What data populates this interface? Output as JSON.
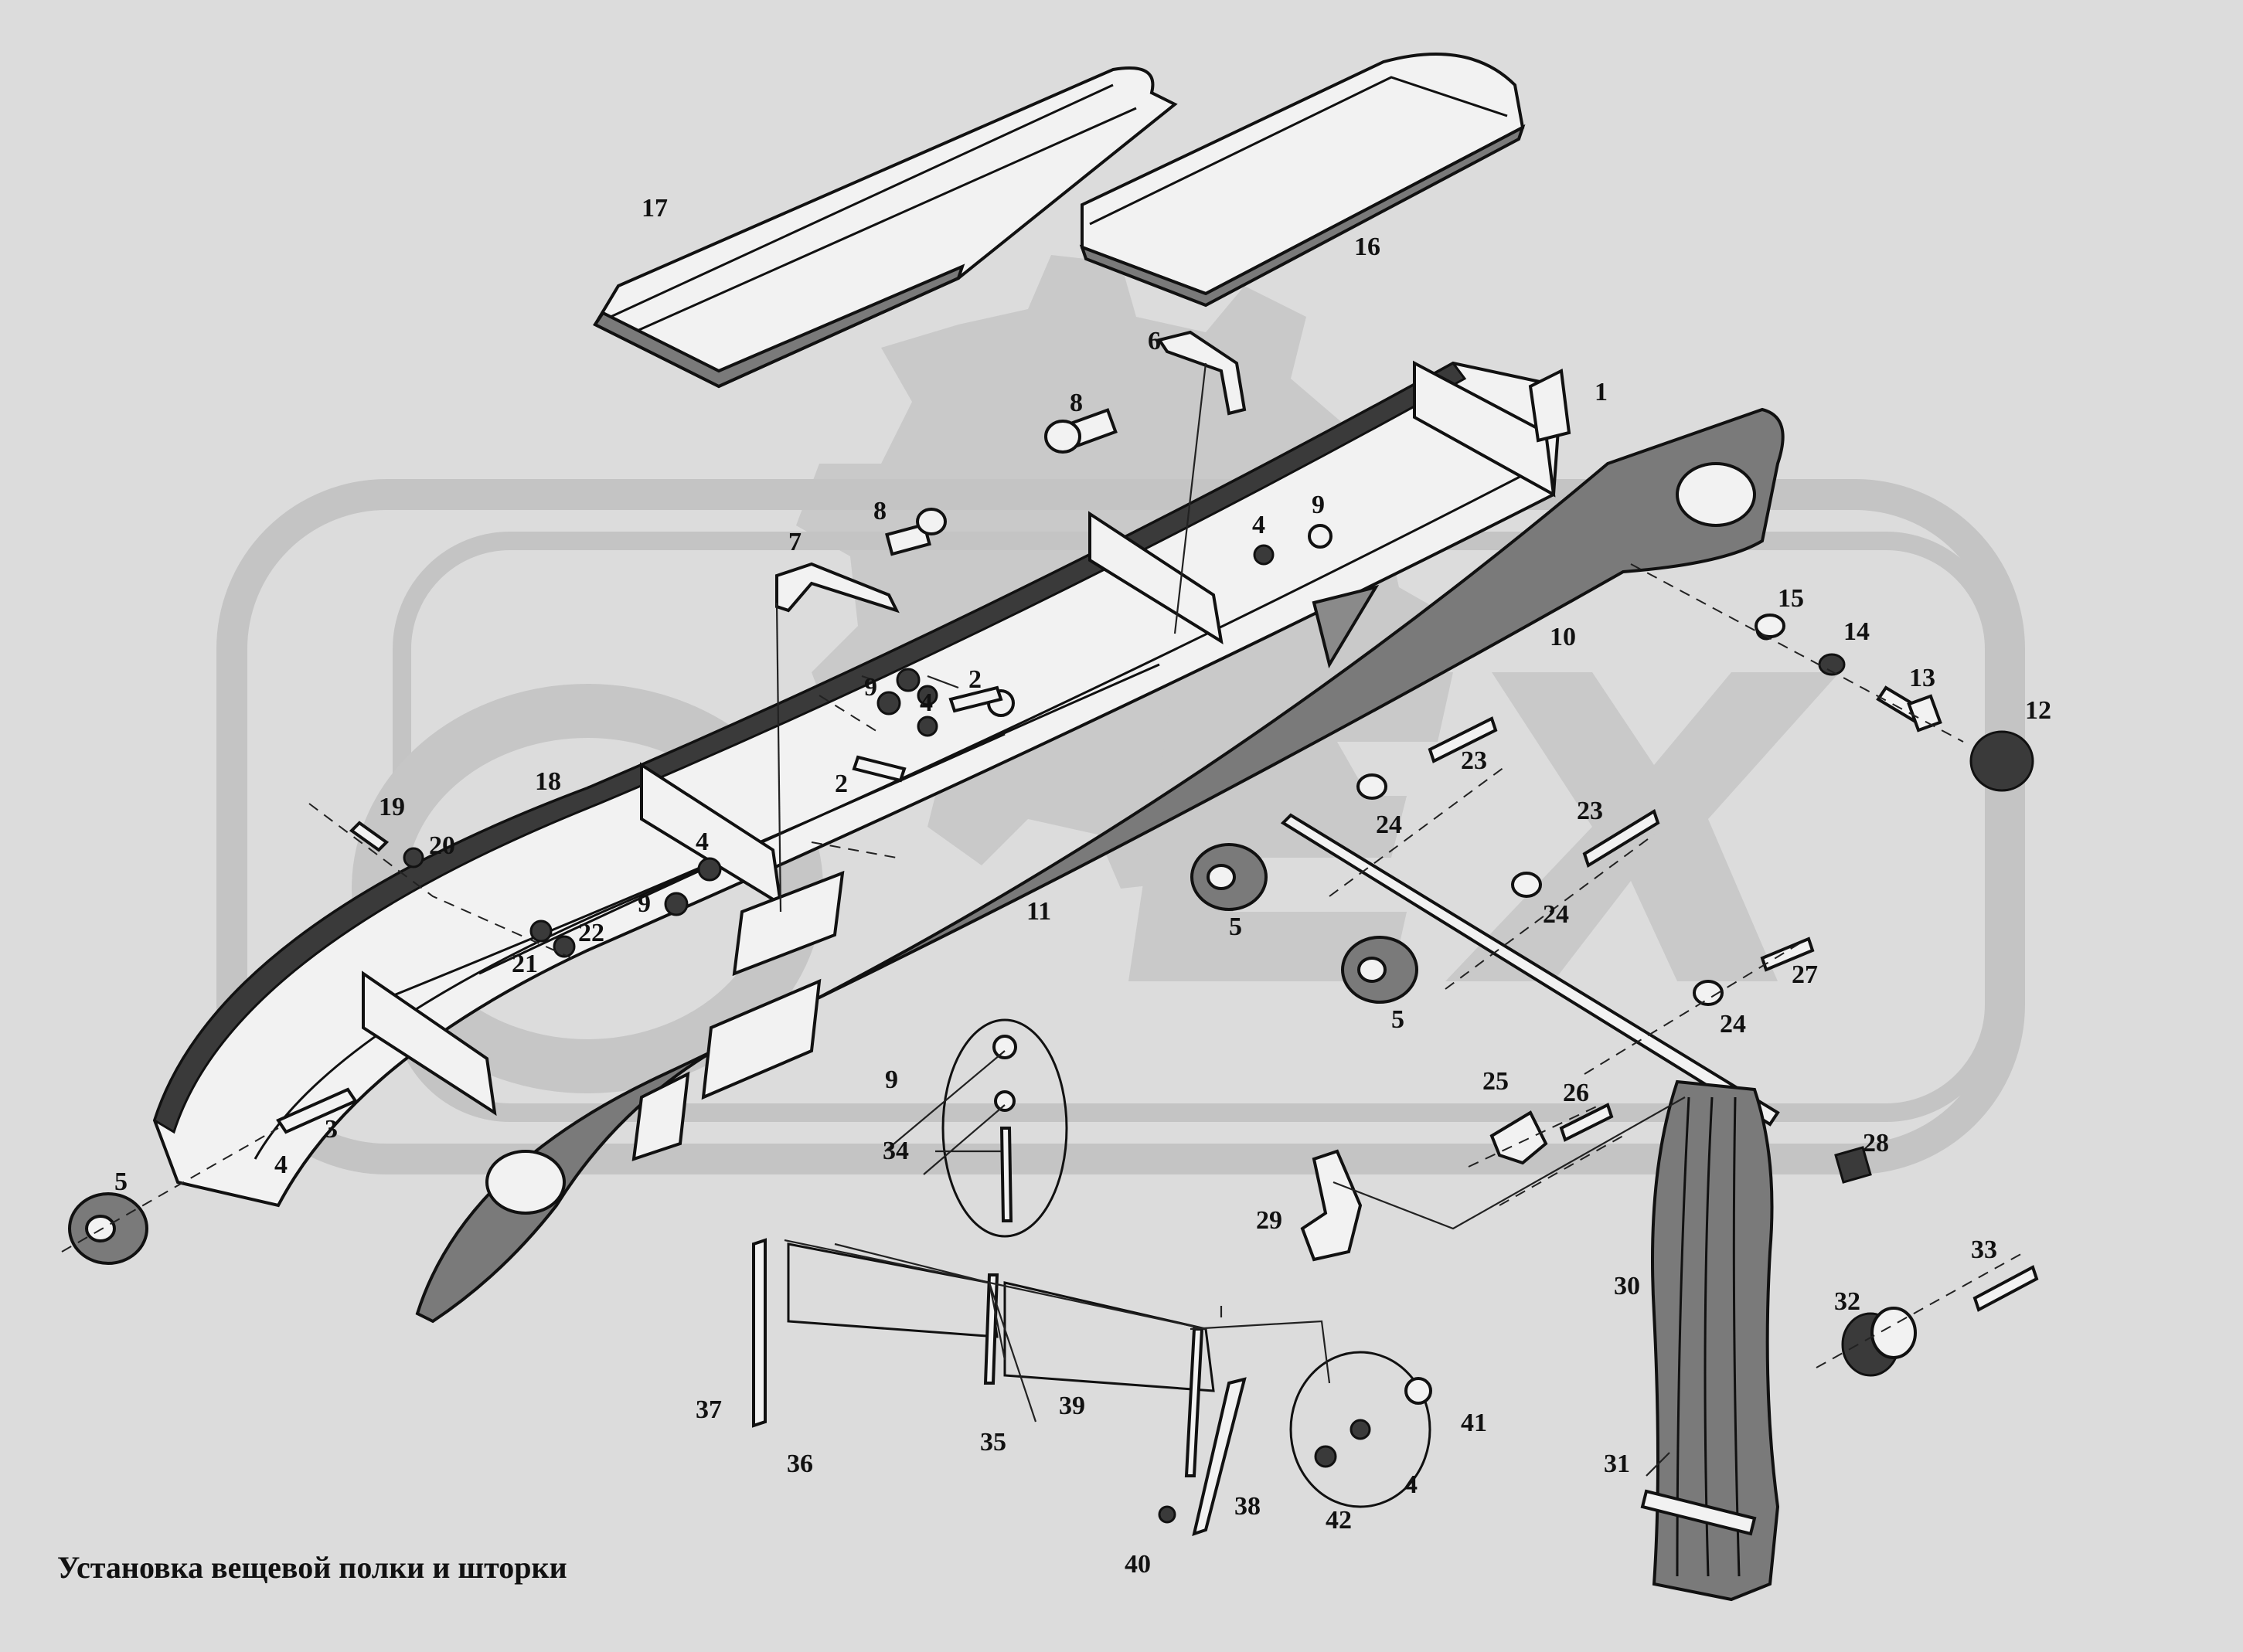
{
  "caption": "Установка вещевой полки  и  шторки",
  "colors": {
    "background": "#dcdcdc",
    "watermark": "#c9c9c9",
    "ink": "#111111"
  },
  "callouts": {
    "c1": "1",
    "c2a": "2",
    "c2b": "2",
    "c3": "3",
    "c4a": "4",
    "c4b": "4",
    "c4c": "4",
    "c4d": "4",
    "c4e": "4",
    "c5a": "5",
    "c5b": "5",
    "c5c": "5",
    "c6": "6",
    "c7": "7",
    "c8a": "8",
    "c8b": "8",
    "c9a": "9",
    "c9b": "9",
    "c9c": "9",
    "c9d": "9",
    "c10": "10",
    "c11": "11",
    "c12": "12",
    "c13": "13",
    "c14": "14",
    "c15": "15",
    "c16": "16",
    "c17": "17",
    "c18": "18",
    "c19": "19",
    "c20": "20",
    "c21": "21",
    "c22": "22",
    "c23a": "23",
    "c23b": "23",
    "c24a": "24",
    "c24b": "24",
    "c24c": "24",
    "c25": "25",
    "c26": "26",
    "c27": "27",
    "c28": "28",
    "c29": "29",
    "c30": "30",
    "c31": "31",
    "c32": "32",
    "c33": "33",
    "c34": "34",
    "c35": "35",
    "c36": "36",
    "c37": "37",
    "c38": "38",
    "c39": "39",
    "c40": "40",
    "c41": "41",
    "c42": "42"
  }
}
